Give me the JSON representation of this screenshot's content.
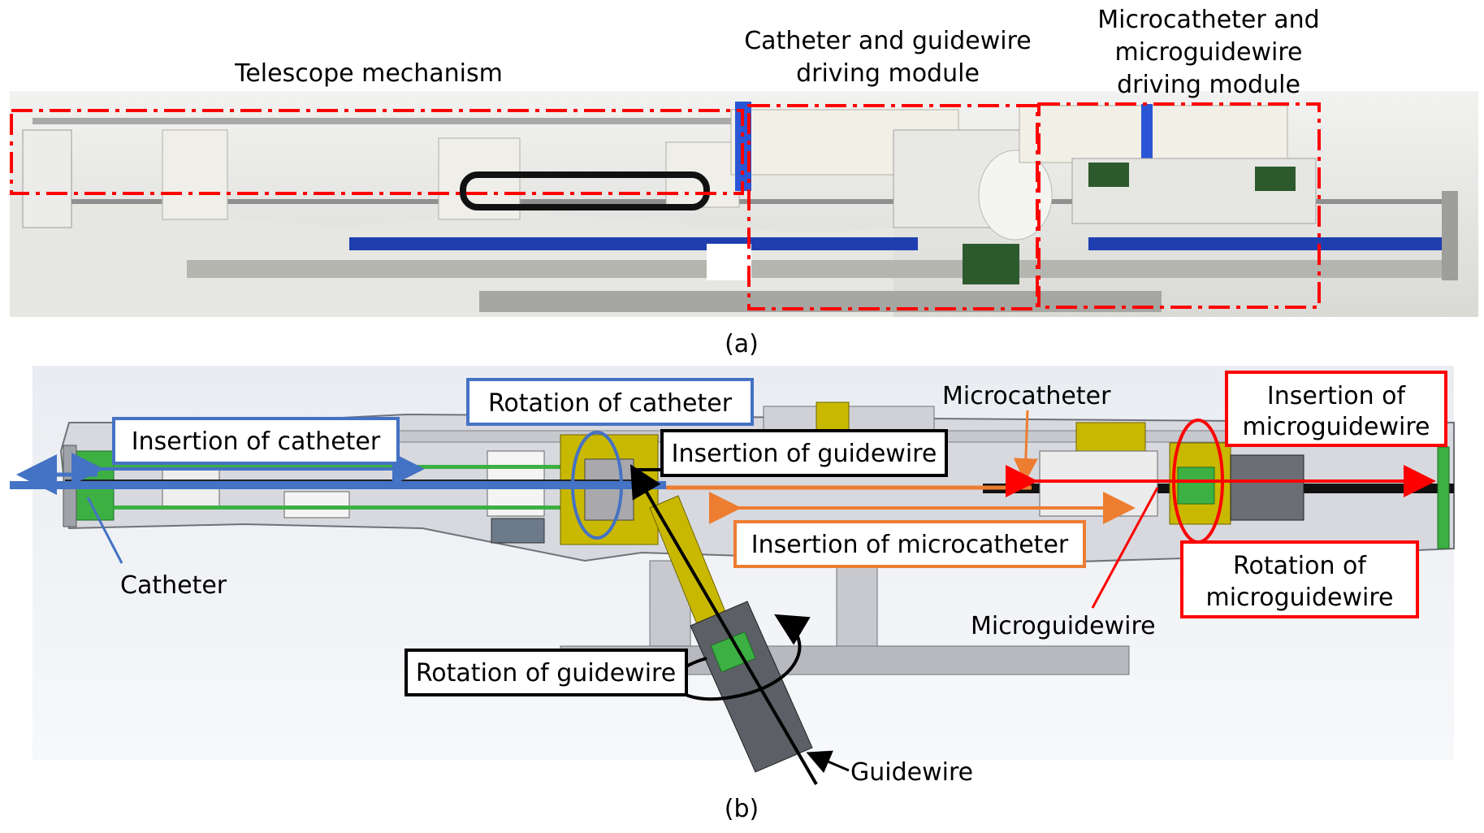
{
  "panel_a": {
    "caption": "(a)",
    "labels": {
      "telescope": "Telescope mechanism",
      "catheter_module_line1": "Catheter and guidewire",
      "catheter_module_line2": "driving module",
      "micro_module_line1": "Microcatheter and",
      "micro_module_line2": "microguidewire",
      "micro_module_line3": "driving module"
    }
  },
  "panel_b": {
    "caption": "(b)",
    "boxed_labels": {
      "rotation_catheter": "Rotation of catheter",
      "insertion_catheter": "Insertion of catheter",
      "insertion_guidewire": "Insertion of guidewire",
      "insertion_microcatheter": "Insertion of microcatheter",
      "rotation_guidewire": "Rotation of guidewire",
      "insertion_microguidewire_line1": "Insertion of",
      "insertion_microguidewire_line2": "microguidewire",
      "rotation_microguidewire_line1": "Rotation of",
      "rotation_microguidewire_line2": "microguidewire"
    },
    "plain_labels": {
      "catheter": "Catheter",
      "microcatheter": "Microcatheter",
      "microguidewire": "Microguidewire",
      "guidewire": "Guidewire"
    }
  },
  "colors": {
    "frame_blue": "#4472c4",
    "frame_orange": "#ed7d31",
    "frame_red": "#ff0000",
    "frame_black": "#000000",
    "rack_blue": "#1f3fb0",
    "component_yellow": "#c9b800",
    "component_green": "#3cb043"
  }
}
